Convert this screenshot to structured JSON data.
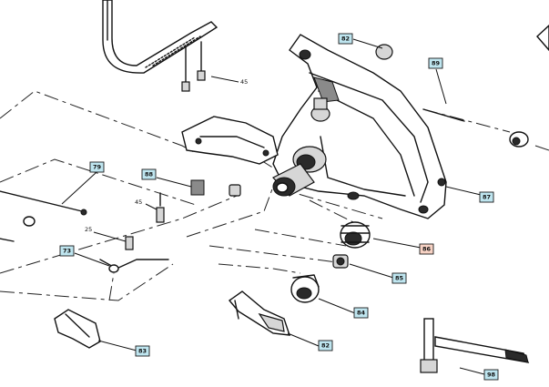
{
  "colors": {
    "callout_fill": "#bfe6f0",
    "callout_highlight_fill": "#f7d2c4",
    "callout_highlight_border": "#e05a36",
    "line": "#141414"
  },
  "callouts": [
    {
      "id": "c-82-top",
      "label": "82",
      "highlight": false
    },
    {
      "id": "c-89",
      "label": "89",
      "highlight": false
    },
    {
      "id": "c-79",
      "label": "79",
      "highlight": false
    },
    {
      "id": "c-88",
      "label": "88",
      "highlight": false
    },
    {
      "id": "c-87",
      "label": "87",
      "highlight": false
    },
    {
      "id": "c-86",
      "label": "86",
      "highlight": true
    },
    {
      "id": "c-73",
      "label": "73",
      "highlight": false
    },
    {
      "id": "c-85",
      "label": "85",
      "highlight": false
    },
    {
      "id": "c-84",
      "label": "84",
      "highlight": false
    },
    {
      "id": "c-83",
      "label": "83",
      "highlight": false
    },
    {
      "id": "c-82-bottom",
      "label": "82",
      "highlight": false
    },
    {
      "id": "c-98",
      "label": "98",
      "highlight": false
    }
  ],
  "plain_labels": [
    {
      "id": "p-45-top",
      "label": "45"
    },
    {
      "id": "p-45-mid",
      "label": "45"
    },
    {
      "id": "p-25",
      "label": "25"
    }
  ]
}
